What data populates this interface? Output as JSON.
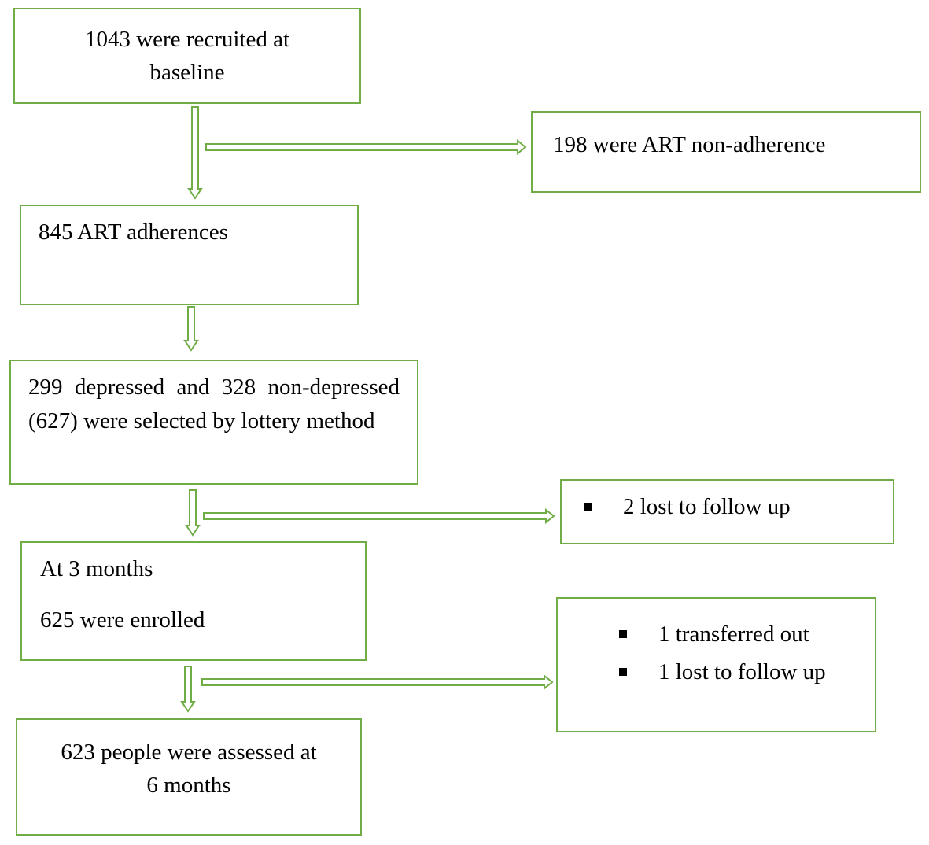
{
  "colors": {
    "border": "#70ad47",
    "text": "#000000",
    "background": "#ffffff"
  },
  "boxes": {
    "recruited": {
      "lines": [
        "1043 were recruited at",
        "baseline"
      ]
    },
    "non_adherence": {
      "text": "198 were ART non-adherence"
    },
    "adherences": {
      "text": "845 ART adherences"
    },
    "selected": {
      "text": "299 depressed and 328 non-depressed (627) were selected by lottery method"
    },
    "lost_3m": {
      "items": [
        "2 lost to follow up"
      ]
    },
    "three_months": {
      "heading": "At 3 months",
      "text": "625 were enrolled"
    },
    "lost_6m": {
      "items": [
        "1 transferred out",
        "1 lost to follow up"
      ]
    },
    "assessed": {
      "lines": [
        "623 people were assessed at",
        "6 months"
      ]
    }
  }
}
